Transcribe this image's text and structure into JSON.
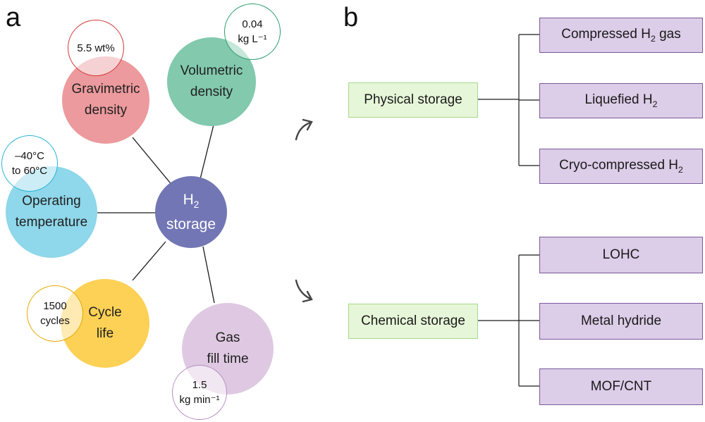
{
  "colors": {
    "hub": "#7276b4",
    "gravimetric": "#ec9a9d",
    "volumetric": "#82c9ad",
    "operating": "#8fd7ea",
    "cycle": "#fdd156",
    "gasfill": "#dfc9e2",
    "line": "#1a1a1a",
    "arrow": "#444444",
    "green_fill": "#e6f6d8",
    "green_border": "#a6d98a",
    "purple_fill": "#dccde8",
    "purple_border": "#7a5a9c"
  },
  "panel_a": {
    "letter": "a",
    "hub": {
      "line1": "H",
      "line1_sub": "2",
      "line2": "storage"
    },
    "properties": {
      "gravimetric": {
        "line1": "Gravimetric",
        "line2": "density",
        "value": "5.5 wt%"
      },
      "volumetric": {
        "line1": "Volumetric",
        "line2": "density",
        "value1": "0.04",
        "value2": "kg L⁻¹"
      },
      "operating": {
        "line1": "Operating",
        "line2": "temperature",
        "value1": "–40°C",
        "value2": "to 60°C"
      },
      "cycle": {
        "line1": "Cycle",
        "line2": "life",
        "value1": "1500",
        "value2": "cycles"
      },
      "gasfill": {
        "line1": "Gas",
        "line2": "fill time",
        "value1": "1.5",
        "value2": "kg min⁻¹"
      }
    }
  },
  "panel_b": {
    "letter": "b",
    "physical": {
      "label": "Physical storage",
      "items": [
        {
          "text": "Compressed H",
          "sub": "2",
          "suffix": " gas"
        },
        {
          "text": "Liquefied H",
          "sub": "2",
          "suffix": ""
        },
        {
          "text": "Cryo-compressed H",
          "sub": "2",
          "suffix": ""
        }
      ]
    },
    "chemical": {
      "label": "Chemical storage",
      "items": [
        {
          "text": "LOHC"
        },
        {
          "text": "Metal hydride"
        },
        {
          "text": "MOF/CNT"
        }
      ]
    }
  }
}
